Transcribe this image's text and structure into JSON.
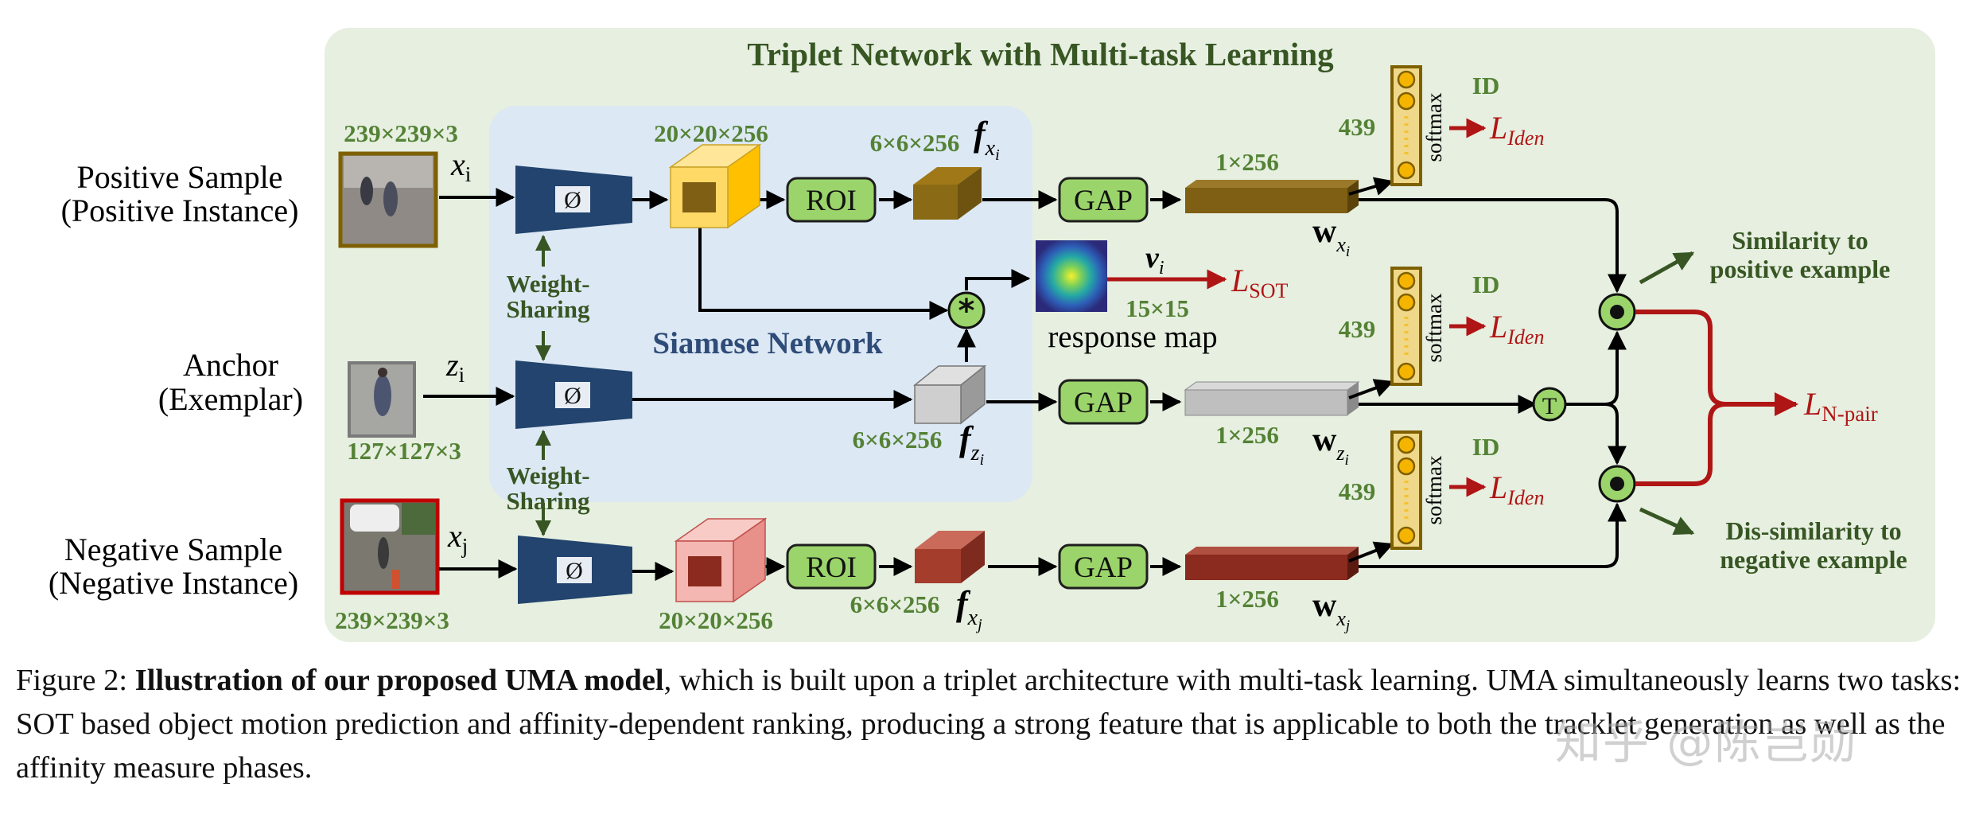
{
  "title": "Triplet Network with Multi-task Learning",
  "siamese_label": "Siamese Network",
  "weight_sharing": [
    "Weight-",
    "Sharing"
  ],
  "inputs": {
    "positive": {
      "label_line1": "Positive Sample",
      "label_line2": "(Positive Instance)",
      "var": "x",
      "sub": "i",
      "size": "239×239×3"
    },
    "anchor": {
      "label_line1": "Anchor",
      "label_line2": "(Exemplar)",
      "var": "z",
      "sub": "i",
      "size": "127×127×3"
    },
    "negative": {
      "label_line1": "Negative Sample",
      "label_line2": "(Negative Instance)",
      "var": "x",
      "sub": "j",
      "size": "239×239×3"
    }
  },
  "backbone_symbol": "Ø",
  "feature_map_size": "20×20×256",
  "roi_label": "ROI",
  "roi_feature_size": "6×6×256",
  "f_symbol": "f",
  "f_subs": {
    "positive": "x",
    "positive_sub": "i",
    "anchor": "z",
    "anchor_sub": "i",
    "negative": "x",
    "negative_sub": "j"
  },
  "gap_label": "GAP",
  "vector_size": "1×256",
  "w_symbol": "w",
  "id_label": "ID",
  "id_count": "439",
  "softmax_label": "softmax",
  "loss_iden": {
    "L": "L",
    "sub": "Iden"
  },
  "loss_sot": {
    "L": "L",
    "sub": "SOT"
  },
  "loss_npair": {
    "L": "L",
    "sub": "N-pair"
  },
  "response": {
    "var": "v",
    "sub": "i",
    "size": "15×15",
    "label": "response map"
  },
  "transpose_label": "T",
  "similarity_pos": [
    "Similarity to",
    "positive example"
  ],
  "similarity_neg": [
    "Dis-similarity to",
    "negative example"
  ],
  "caption": {
    "prefix": "Figure 2: ",
    "bold": "Illustration of our proposed UMA model",
    "rest": ", which is built upon a triplet architecture with multi-task learning. UMA simultaneously learns two tasks: SOT based object motion prediction and affinity-dependent ranking, producing a strong feature that is applicable to both the tracklet generation as well as the affinity measure phases."
  },
  "watermark": "知乎 @陈岂勋",
  "colors": {
    "panel": "#e6efe0",
    "siamese": "#dce8f4",
    "network": "#22446e",
    "green_box": "#9bd46a",
    "positive_feat": "#ffd966",
    "negative_feat": "#f4b7b2",
    "positive_vec": "#7f5f14",
    "anchor_vec": "#bfbfbf",
    "negative_vec": "#8b2a1e",
    "loss_red": "#b01515"
  }
}
